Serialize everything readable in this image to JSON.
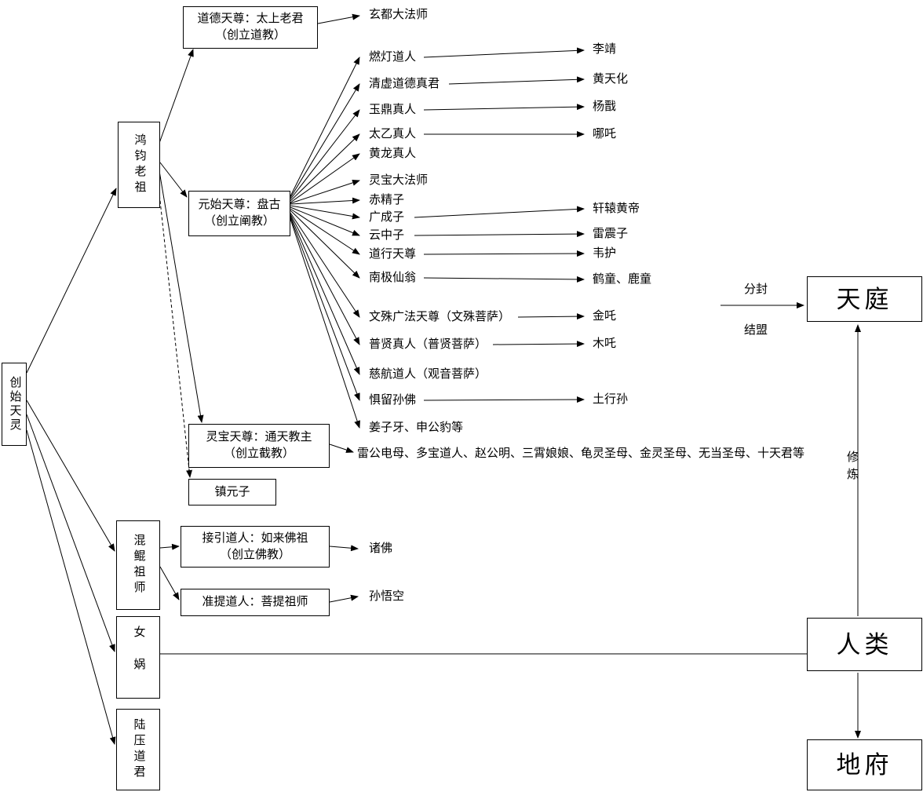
{
  "nodes": {
    "chuangshi_tianling": "创始天灵",
    "hongjun_laozu": "鸿钧老祖",
    "daode_title": "道德天尊：太上老君",
    "daode_sub": "（创立道教）",
    "yuanshi_title": "元始天尊：盘古",
    "yuanshi_sub": "（创立阐教）",
    "lingbao_title": "灵宝天尊：通天教主",
    "lingbao_sub": "（创立截教）",
    "zhenyuanzi": "镇元子",
    "hunkun_zushi": "混鲲祖师",
    "jieyin_title": "接引道人：如来佛祖",
    "jieyin_sub": "（创立佛教）",
    "zhunti": "准提道人：菩提祖师",
    "nuwa": "女娲",
    "luya_daojun": "陆压道君",
    "tianting": "天庭",
    "renlei": "人类",
    "difu": "地府"
  },
  "disciples": {
    "xuandu": "玄都大法师",
    "randeng": "燃灯道人",
    "qingxu": "清虚道德真君",
    "yuding": "玉鼎真人",
    "taiyi": "太乙真人",
    "huanglong": "黄龙真人",
    "lingbao_dafashi": "灵宝大法师",
    "chijingzi": "赤精子",
    "guangchengzi": "广成子",
    "yunzhongzi": "云中子",
    "daoxing": "道行天尊",
    "nanji": "南极仙翁",
    "wenshu": "文殊广法天尊（文殊菩萨）",
    "puxian": "普贤真人（普贤菩萨）",
    "cihang": "慈航道人（观音菩萨）",
    "juliusun": "惧留孙佛",
    "jiangziya": "姜子牙、申公豹等",
    "jiejiao_list": "雷公电母、多宝道人、赵公明、三霄娘娘、龟灵圣母、金灵圣母、无当圣母、十天君等",
    "zhufo": "诸佛",
    "sunwukong": "孙悟空"
  },
  "grand_disciples": {
    "lijing": "李靖",
    "huangtianhua": "黄天化",
    "yangjian": "杨戬",
    "nezha": "哪吒",
    "xuanyuan_huangdi": "轩辕黄帝",
    "leizhenzi": "雷震子",
    "weihu": "韦护",
    "hetong_lutong": "鹤童、鹿童",
    "jinzha": "金吒",
    "muzha": "木吒",
    "tuxingsun": "土行孙"
  },
  "edge_labels": {
    "fenfeng": "分封",
    "jiemeng": "结盟",
    "xiulian": "修炼"
  }
}
